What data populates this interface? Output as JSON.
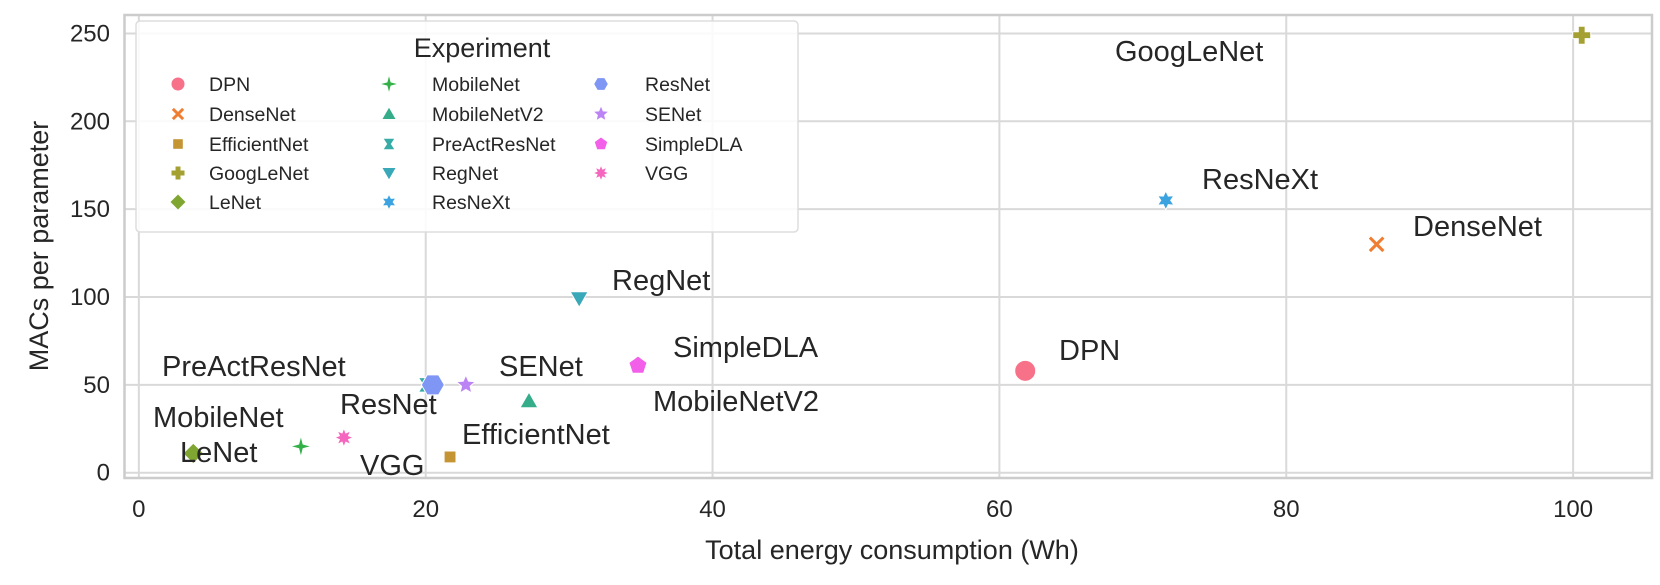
{
  "chart_data": {
    "type": "scatter",
    "title": "",
    "xlabel": "Total energy consumption (Wh)",
    "ylabel": "MACs per parameter",
    "xlim": [
      -1,
      105.5
    ],
    "ylim": [
      -3,
      260.5
    ],
    "xticks": [
      0,
      20,
      40,
      60,
      80,
      100
    ],
    "yticks": [
      0,
      50,
      100,
      150,
      200,
      250
    ],
    "grid": true,
    "legend": {
      "title": "Experiment",
      "placement": "upper-left",
      "columns": 3
    },
    "series": [
      {
        "name": "DPN",
        "x": 61.8,
        "y": 58,
        "color": "#f77189",
        "marker": "circle"
      },
      {
        "name": "DenseNet",
        "x": 86.3,
        "y": 130,
        "color": "#ef7d32",
        "marker": "x"
      },
      {
        "name": "EfficientNet",
        "x": 21.7,
        "y": 9,
        "color": "#c59433",
        "marker": "square"
      },
      {
        "name": "GoogLeNet",
        "x": 100.6,
        "y": 249,
        "color": "#a5a032",
        "marker": "plus"
      },
      {
        "name": "LeNet",
        "x": 3.8,
        "y": 11,
        "color": "#80a632",
        "marker": "diamond"
      },
      {
        "name": "MobileNet",
        "x": 11.3,
        "y": 15,
        "color": "#34b048",
        "marker": "star4"
      },
      {
        "name": "MobileNetV2",
        "x": 27.2,
        "y": 41,
        "color": "#35ad8a",
        "marker": "triangle-up"
      },
      {
        "name": "PreActResNet",
        "x": 20.0,
        "y": 50,
        "color": "#37aba6",
        "marker": "hourglass"
      },
      {
        "name": "RegNet",
        "x": 30.7,
        "y": 99,
        "color": "#39a8b8",
        "marker": "triangle-down"
      },
      {
        "name": "ResNeXt",
        "x": 71.6,
        "y": 155,
        "color": "#3ba3e0",
        "marker": "star6"
      },
      {
        "name": "ResNet",
        "x": 20.5,
        "y": 50,
        "color": "#7f96f4",
        "marker": "hexagon"
      },
      {
        "name": "SENet",
        "x": 22.8,
        "y": 50,
        "color": "#bb83f4",
        "marker": "star5"
      },
      {
        "name": "SimpleDLA",
        "x": 34.8,
        "y": 61,
        "color": "#f25fe8",
        "marker": "pentagon"
      },
      {
        "name": "VGG",
        "x": 14.3,
        "y": 20,
        "color": "#f567bf",
        "marker": "star8"
      }
    ],
    "annotations": [
      "DPN",
      "DenseNet",
      "EfficientNet",
      "GoogLeNet",
      "LeNet",
      "MobileNet",
      "MobileNetV2",
      "PreActResNet",
      "RegNet",
      "ResNeXt",
      "ResNet",
      "SENet",
      "SimpleDLA",
      "VGG"
    ]
  }
}
